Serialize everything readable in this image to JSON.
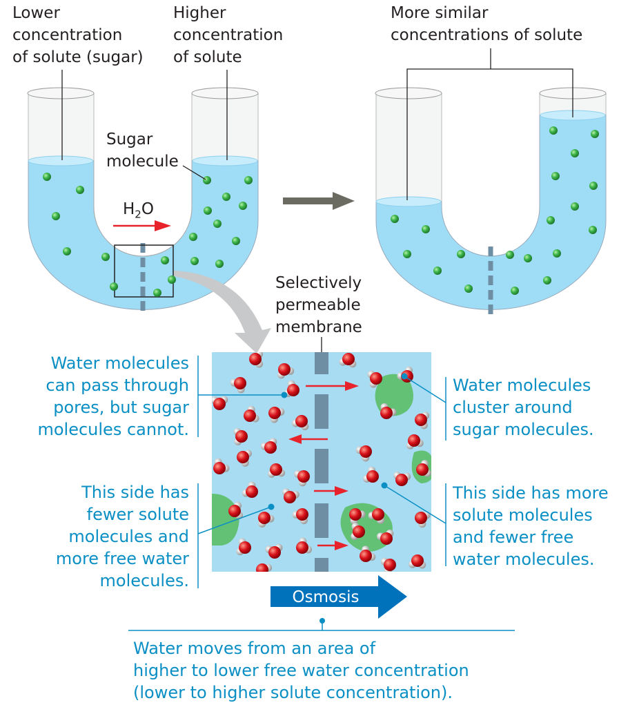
{
  "labels": {
    "lower_conc": "Lower\nconcentration\nof solute (sugar)",
    "higher_conc": "Higher\nconcentration\nof solute",
    "similar_conc": "More similar\nconcentrations of solute",
    "sugar_molecule": "Sugar\nmolecule",
    "h2o_prefix": "H",
    "h2o_sub": "2",
    "h2o_suffix": "O",
    "membrane": "Selectively\npermeable\nmembrane"
  },
  "callouts": {
    "pass_through": "Water molecules\ncan pass through\npores, but sugar\nmolecules cannot.",
    "fewer_solute": "This side has\nfewer solute\nmolecules and\nmore free water\nmolecules.",
    "cluster": "Water molecules\ncluster around\nsugar molecules.",
    "more_solute": "This side has more\nsolute molecules\nand fewer free\nwater molecules.",
    "osmosis": "Osmosis",
    "summary": "Water moves from an area of\nhigher to lower free water concentration\n(lower to higher solute concentration)."
  },
  "colors": {
    "water": "#9fdcf5",
    "sugar": "#3cb54a",
    "arrow_red": "#e8222a",
    "callout_blue": "#0a8fc5",
    "osmosis_blue": "#0072bc",
    "membrane": "#6e8fa3"
  }
}
